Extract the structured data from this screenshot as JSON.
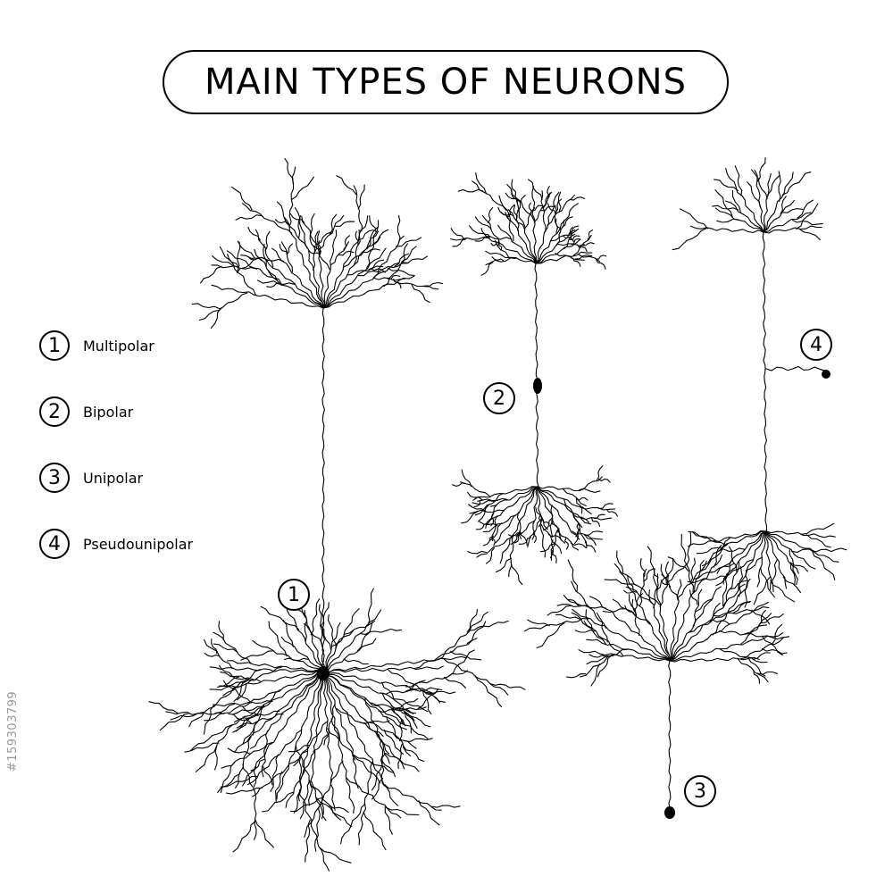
{
  "title": "MAIN TYPES OF NEURONS",
  "legend": [
    {
      "number": "1",
      "label": "Multipolar"
    },
    {
      "number": "2",
      "label": "Bipolar"
    },
    {
      "number": "3",
      "label": "Unipolar"
    },
    {
      "number": "4",
      "label": "Pseudounipolar"
    }
  ],
  "markers": {
    "multipolar": "1",
    "bipolar": "2",
    "unipolar": "3",
    "pseudounipolar": "4"
  },
  "stock_id": "#159303799",
  "colors": {
    "ink": "#000000",
    "background": "#ffffff",
    "watermark": "#999999"
  }
}
